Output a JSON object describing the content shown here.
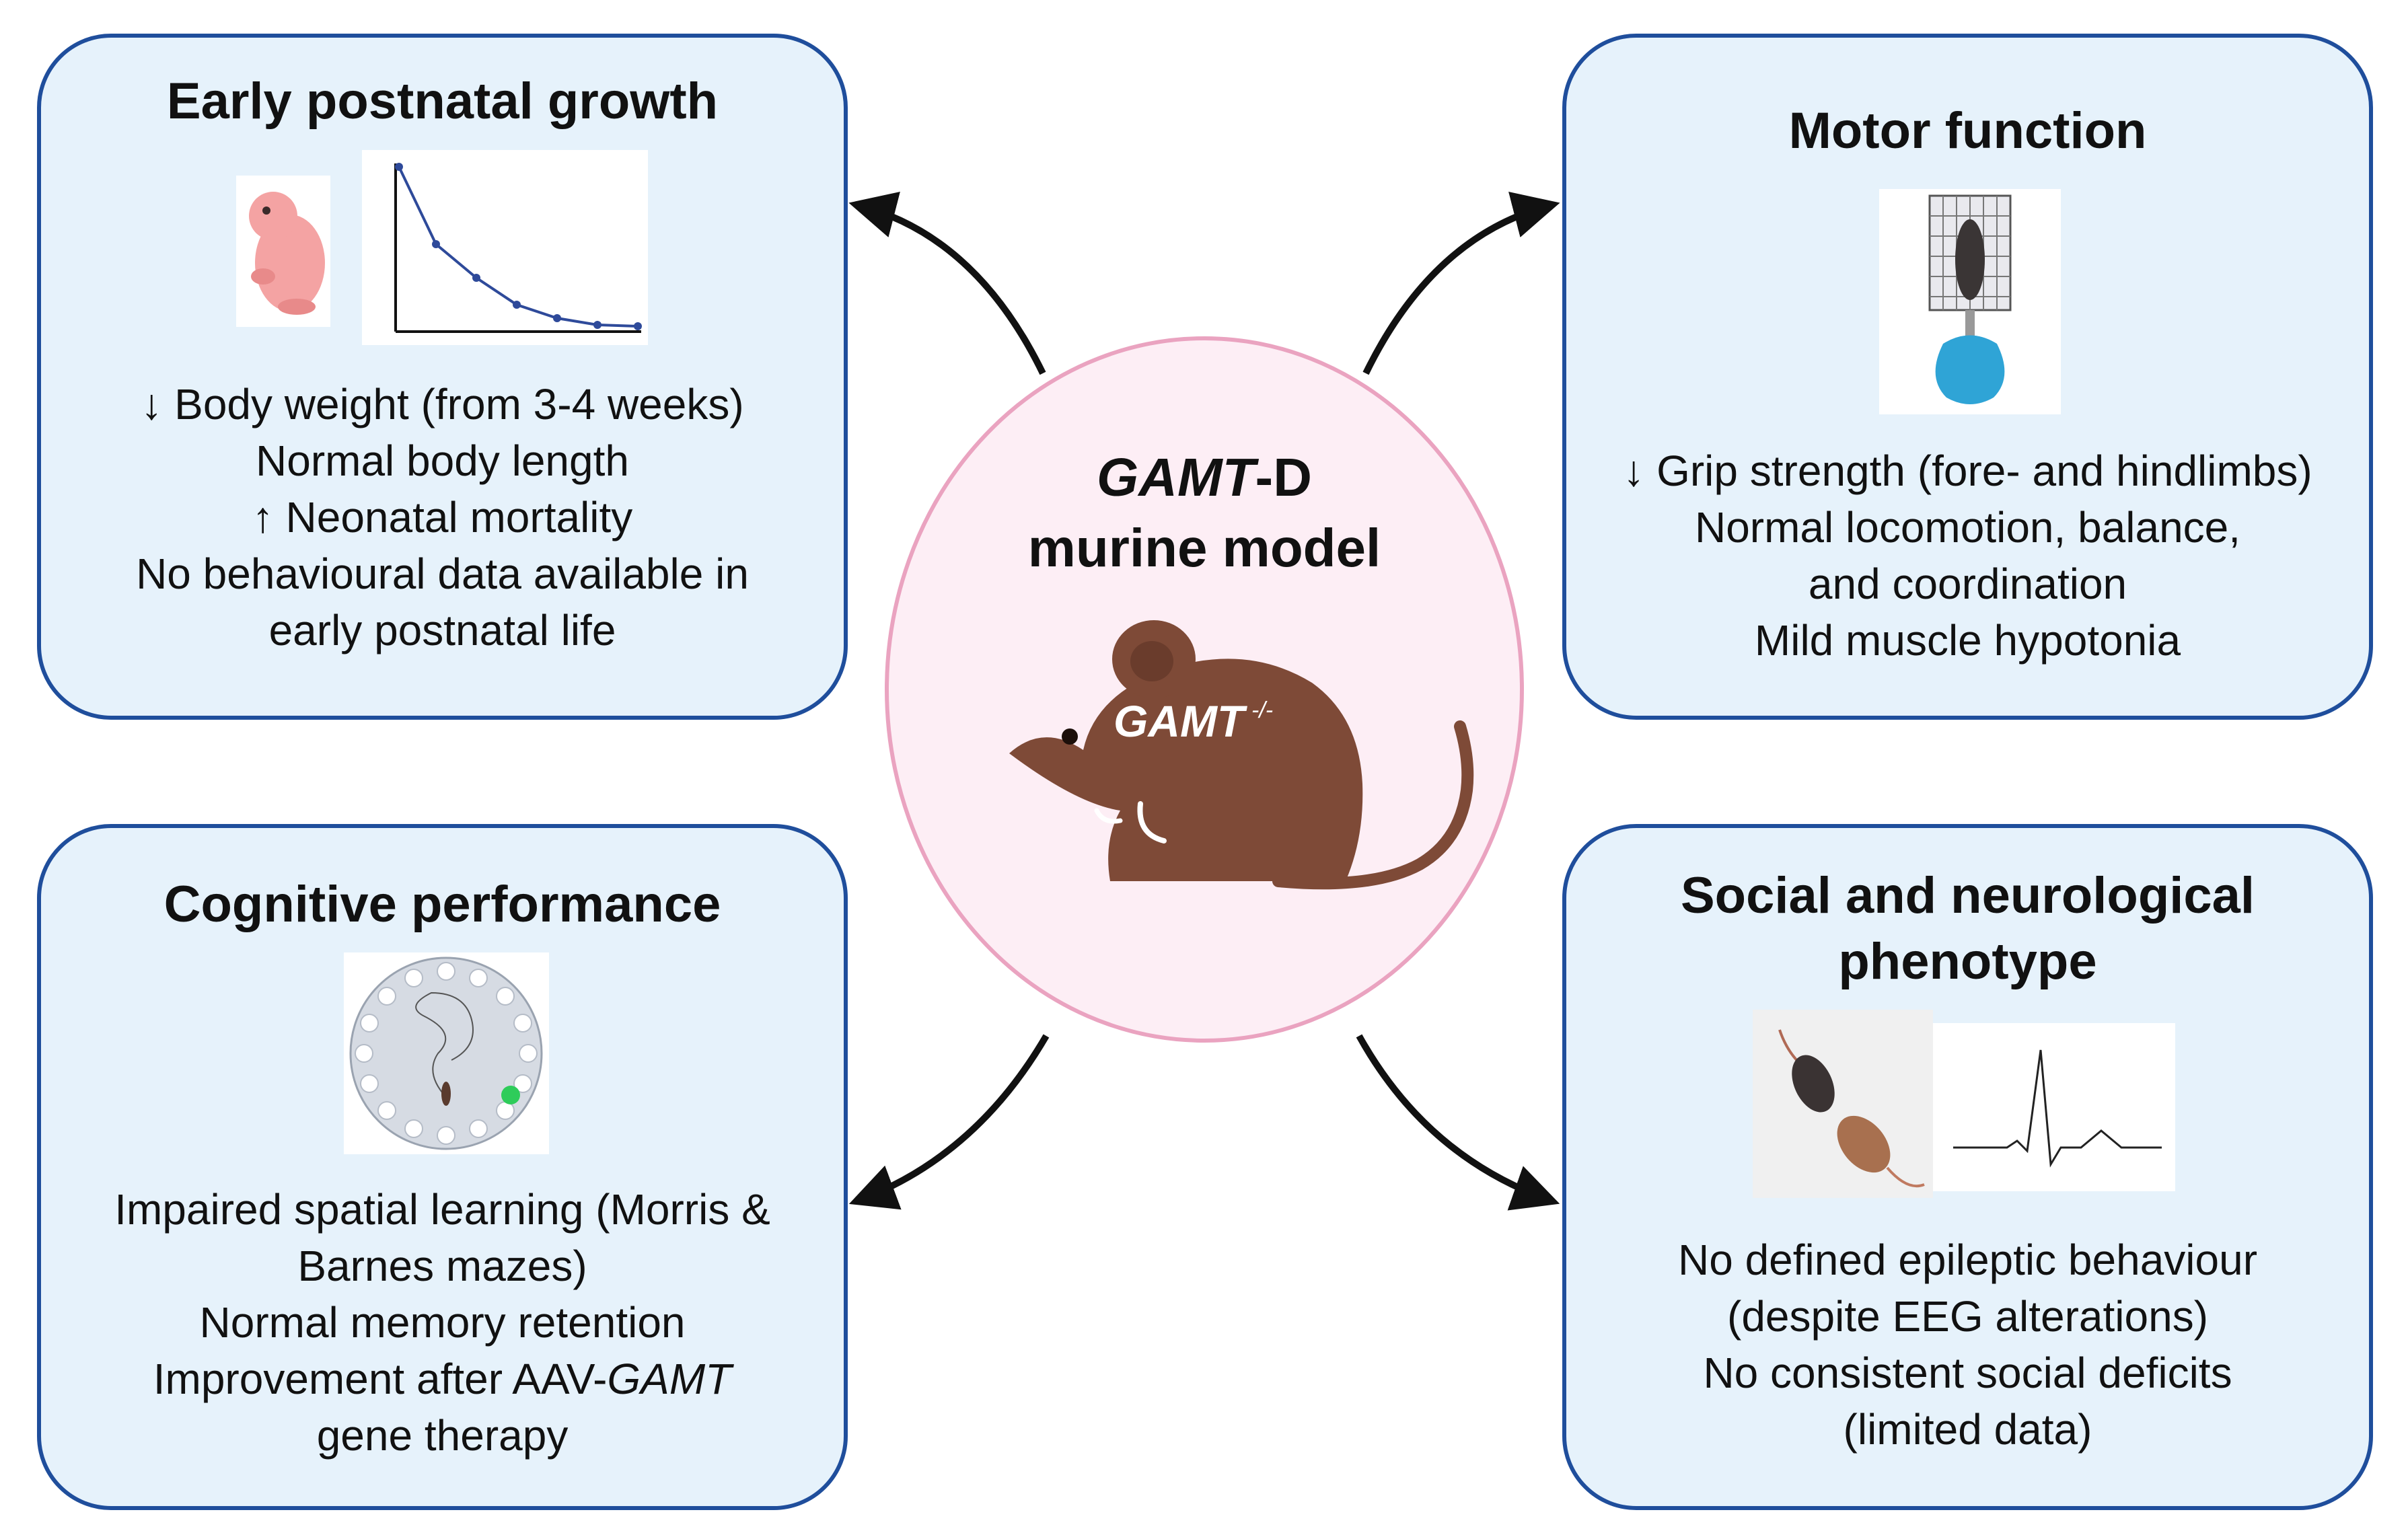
{
  "center": {
    "title_italic": "GAMT",
    "title_suffix": "-D",
    "subtitle": "murine model",
    "mouse_label": "GAMT",
    "mouse_label_sup": "-/-"
  },
  "panels": {
    "growth": {
      "title": "Early postnatal growth",
      "lines": [
        "↓ Body weight (from 3-4 weeks)",
        "Normal body length",
        "↑ Neonatal mortality",
        "No behavioural data available in",
        "early postnatal life"
      ]
    },
    "motor": {
      "title": "Motor function",
      "lines": [
        "↓ Grip strength (fore- and hindlimbs)",
        "Normal locomotion, balance,",
        "and coordination",
        "Mild muscle hypotonia"
      ]
    },
    "cognitive": {
      "title": "Cognitive performance",
      "lines": [
        "Impaired spatial learning (Morris &",
        "Barnes mazes)",
        "Normal memory retention"
      ],
      "line4_prefix": "Improvement after AAV-",
      "line4_italic": "GAMT",
      "line5": "gene therapy"
    },
    "social": {
      "title_line1": "Social and neurological",
      "title_line2": "phenotype",
      "lines": [
        "No defined epileptic behaviour",
        "(despite EEG alterations)",
        "No consistent social deficits",
        "(limited data)"
      ]
    }
  },
  "colors": {
    "panel_fill": "#e6f2fb",
    "panel_border": "#1f4e9c",
    "center_fill": "#fdeef5",
    "center_border": "#eaa3c0",
    "mouse": "#7e4a37",
    "arrow": "#111111"
  }
}
